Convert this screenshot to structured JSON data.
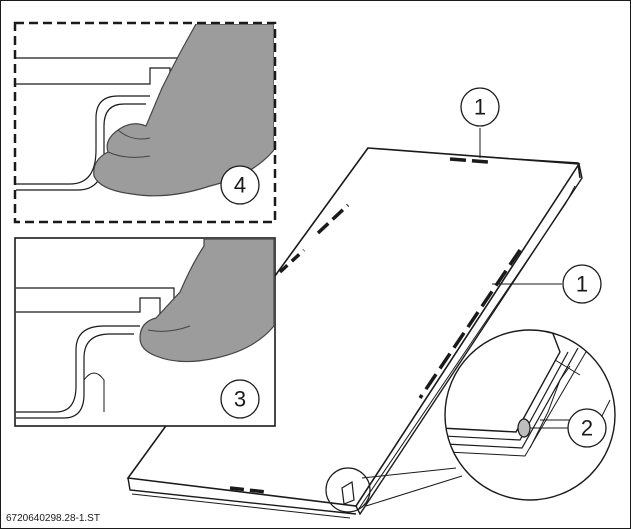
{
  "callouts": {
    "c1_top": "1",
    "c1_right": "1",
    "c2": "2",
    "c3": "3",
    "c4": "4"
  },
  "reference_code": "6720640298.28-1.ST",
  "colors": {
    "line": "#1a1a1a",
    "hand_fill": "#9c9c9c",
    "hand_stroke": "#444444",
    "background": "#ffffff"
  }
}
